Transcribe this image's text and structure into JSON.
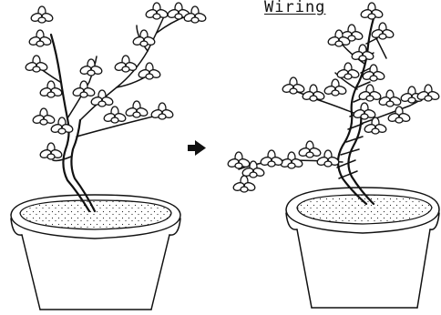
{
  "figure": {
    "title": "Wiring",
    "panels": [
      {
        "id": "before"
      },
      {
        "id": "after"
      }
    ],
    "arrow_icon": "arrow-right-icon"
  }
}
